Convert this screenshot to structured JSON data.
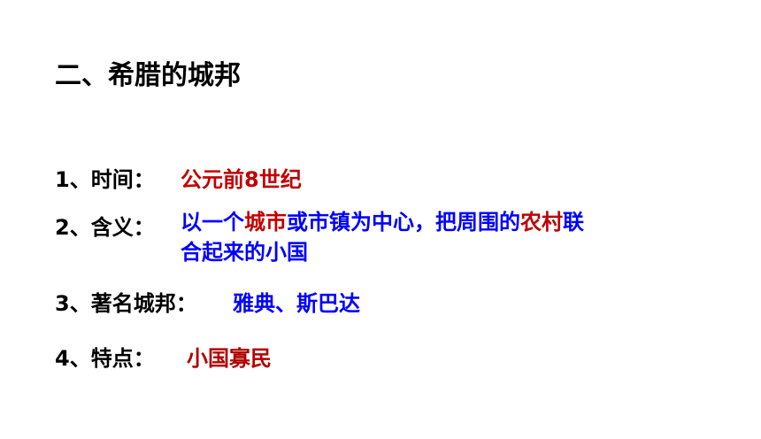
{
  "slide": {
    "title": "二、希腊的城邦",
    "items": [
      {
        "label": "1、时间：",
        "value": "公元前8世纪"
      },
      {
        "label": "2、含义：",
        "value_parts": [
          "以一个",
          "城市",
          "或市镇为中心，把周围的",
          "农村",
          "联"
        ],
        "value_line2": "合起来的小国"
      },
      {
        "label": "3、著名城邦：",
        "value": "雅典、斯巴达"
      },
      {
        "label": "4、特点：",
        "value": "小国寡民"
      }
    ]
  },
  "colors": {
    "title": "#000000",
    "label": "#000000",
    "emphasis_red": "#c00000",
    "emphasis_blue": "#0000ff"
  }
}
